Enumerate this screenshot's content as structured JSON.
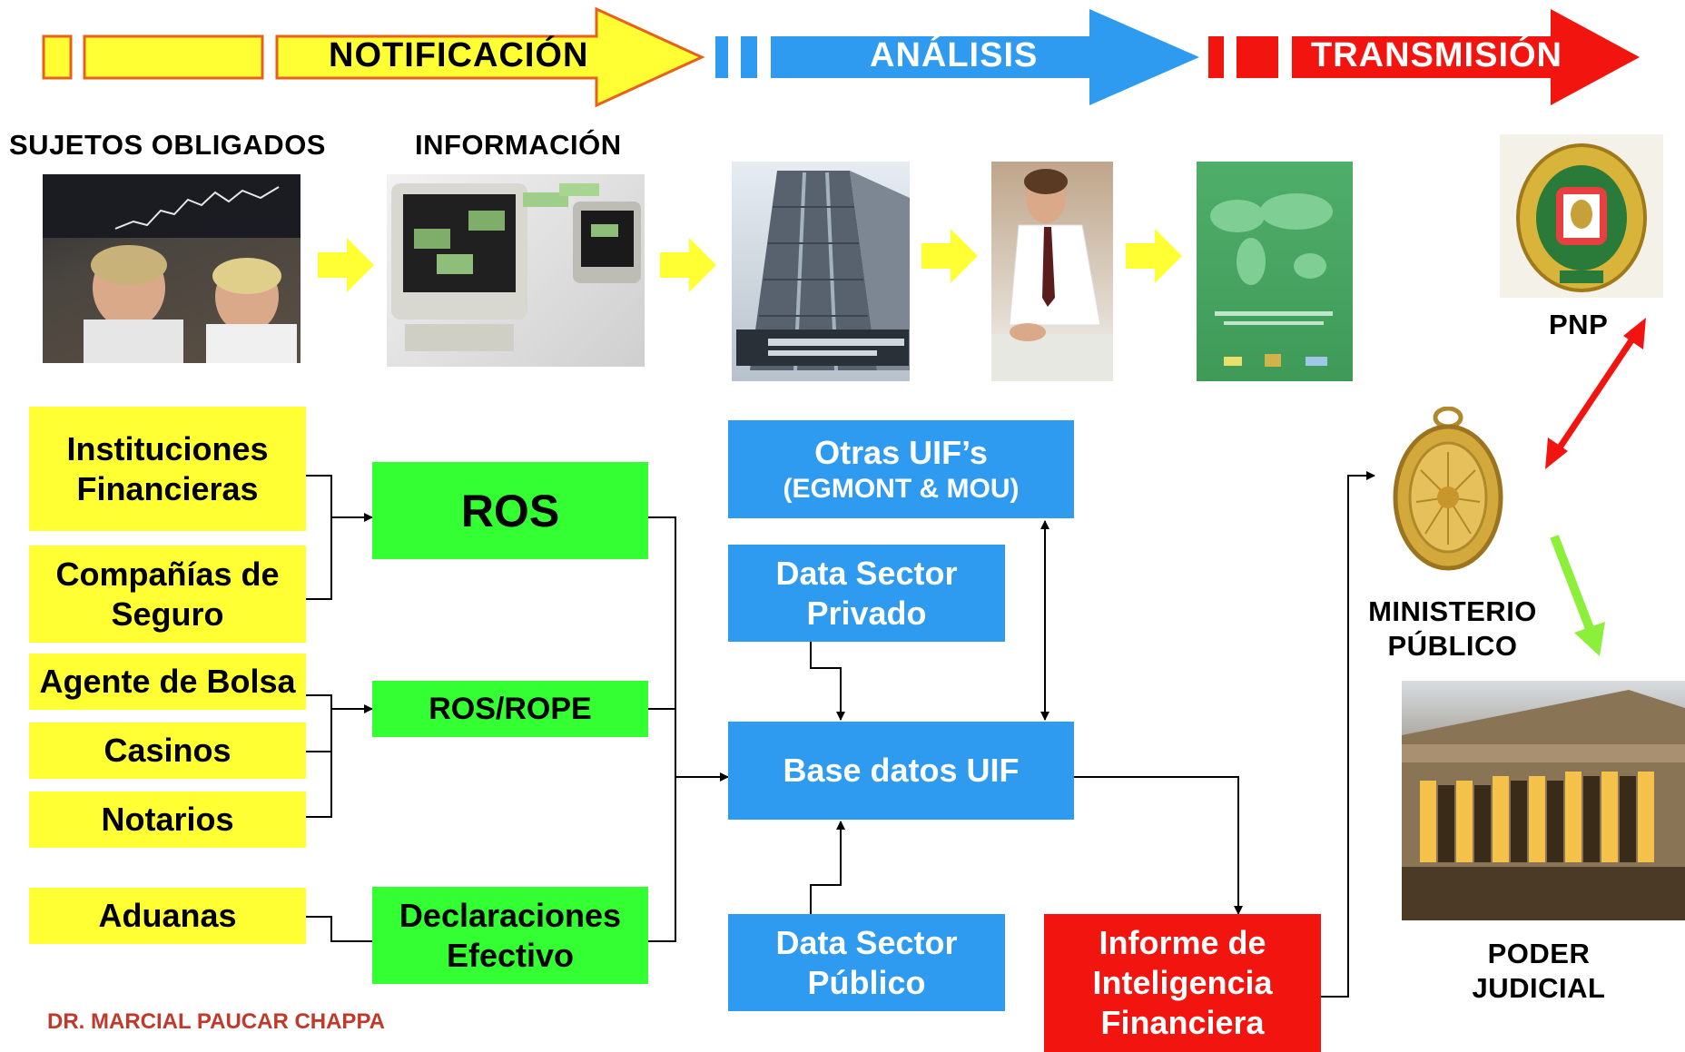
{
  "banner": {
    "notificacion": "NOTIFICACIÓN",
    "analisis": "ANÁLISIS",
    "transmision": "TRANSMISIÓN",
    "colors": {
      "yellow": "#ffff33",
      "blue": "#2e9bf0",
      "red": "#f2150f"
    }
  },
  "headers": {
    "sujetos": "SUJETOS OBLIGADOS",
    "informacion": "INFORMACIÓN"
  },
  "entities": {
    "instituciones": [
      "Instituciones",
      "Financieras"
    ],
    "companias": [
      "Compañías de",
      "Seguro"
    ],
    "agente": "Agente de Bolsa",
    "casinos": "Casinos",
    "notarios": "Notarios",
    "aduanas": "Aduanas"
  },
  "reports": {
    "ros": "ROS",
    "rosrope": "ROS/ROPE",
    "declaraciones": [
      "Declaraciones",
      "Efectivo"
    ]
  },
  "uif": {
    "otras": "Otras UIF’s",
    "otras_sub": "(EGMONT & MOU)",
    "privado": [
      "Data Sector",
      "Privado"
    ],
    "base": "Base datos UIF",
    "publico": [
      "Data Sector",
      "Público"
    ],
    "informe": [
      "Informe de",
      "Inteligencia",
      "Financiera"
    ]
  },
  "institutions": {
    "pnp": "PNP",
    "ministerio": [
      "MINISTERIO",
      "PÚBLICO"
    ],
    "poder": [
      "PODER",
      "JUDICIAL"
    ]
  },
  "icons": {
    "step_arrow": "yellow-right-arrow-icon",
    "pnp_emblem": "police-emblem-icon",
    "ministerio_emblem": "ministry-medal-icon"
  },
  "footer": {
    "author": "DR. MARCIAL PAUCAR CHAPPA"
  }
}
